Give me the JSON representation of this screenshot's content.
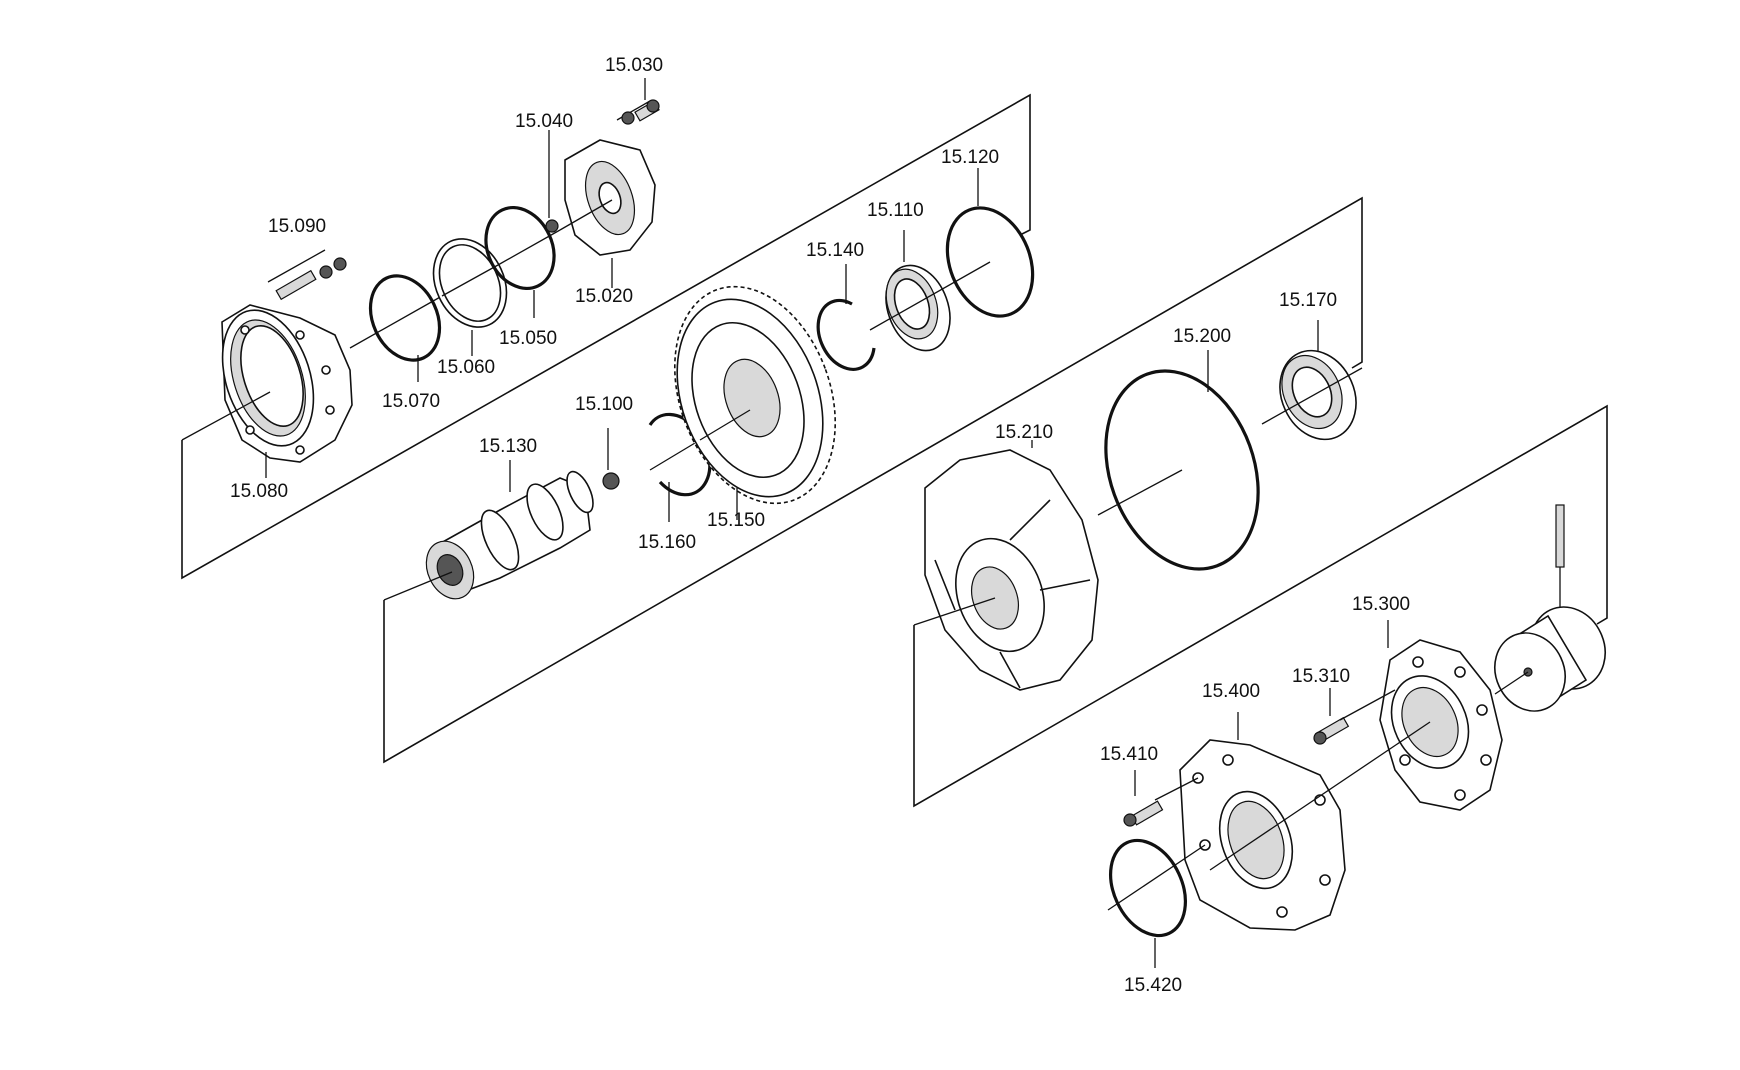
{
  "diagram": {
    "part_labels": [
      "15.030",
      "15.040",
      "15.120",
      "15.110",
      "15.090",
      "15.140",
      "15.020",
      "15.050",
      "15.060",
      "15.070",
      "15.080",
      "15.170",
      "15.200",
      "15.100",
      "15.130",
      "15.210",
      "15.160",
      "15.150",
      "15.300",
      "15.310",
      "15.400",
      "15.410",
      "15.420"
    ]
  }
}
